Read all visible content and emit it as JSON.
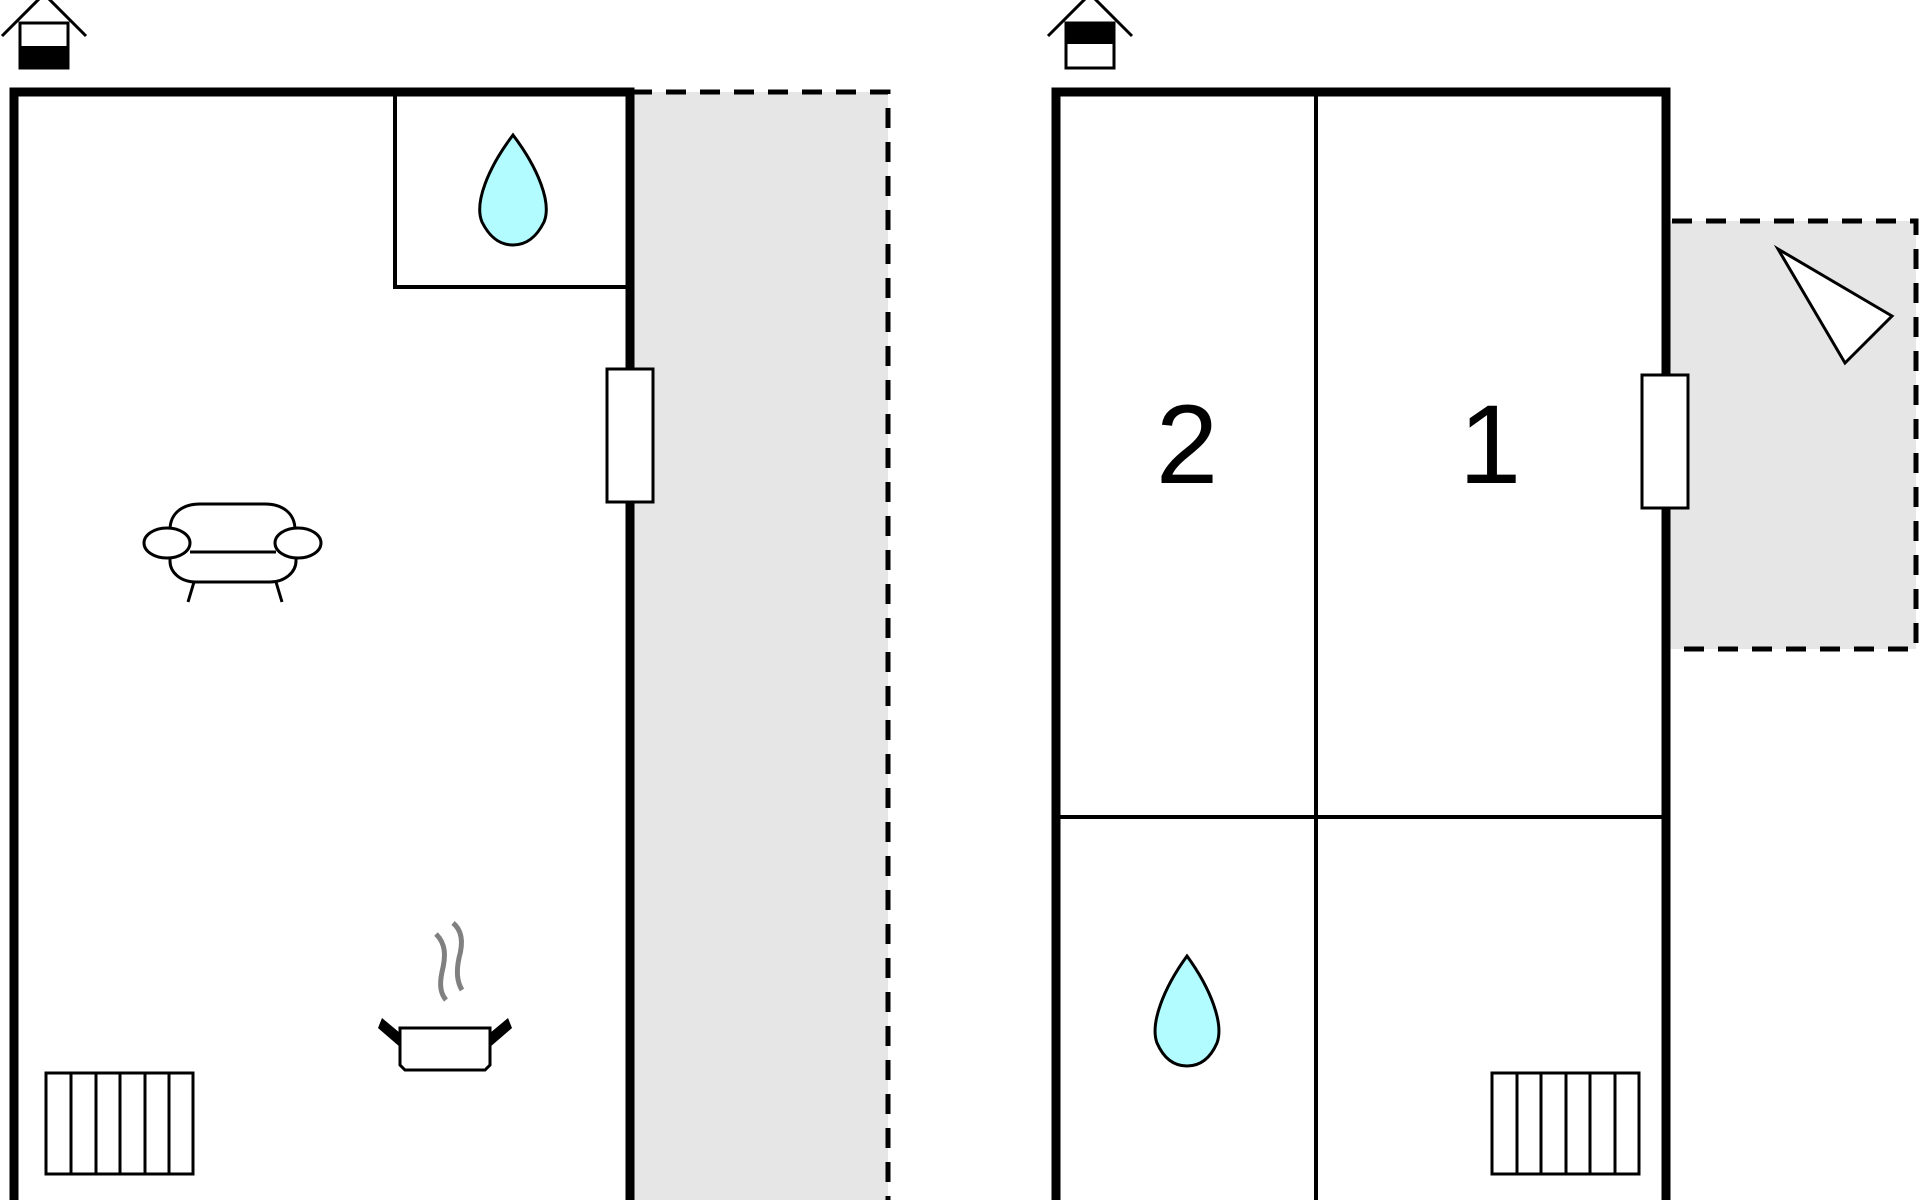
{
  "colors": {
    "wall": "#000000",
    "terrace_fill": "#e6e6e6",
    "water_fill": "#b2fcff",
    "steam": "#808080",
    "background": "#ffffff"
  },
  "floors": [
    {
      "level_icon": "house-ground-floor-icon",
      "rooms": [
        {
          "icon": "water-drop-icon",
          "meaning": "bathroom"
        },
        {
          "icon": "sofa-icon",
          "meaning": "living room"
        },
        {
          "icon": "cooking-pot-icon",
          "meaning": "kitchen"
        },
        {
          "icon": "radiator-icon",
          "meaning": "heating"
        }
      ],
      "exterior": {
        "icon": "terrace-area",
        "style": "dashed outline, grey fill"
      }
    },
    {
      "level_icon": "house-upper-floor-icon",
      "rooms": [
        {
          "label": "2",
          "meaning": "bedroom"
        },
        {
          "label": "1",
          "meaning": "bedroom"
        },
        {
          "icon": "water-drop-icon",
          "meaning": "bathroom"
        },
        {
          "icon": "radiator-icon",
          "meaning": "heating"
        }
      ],
      "exterior": {
        "icon": "balcony-area",
        "style": "dashed outline, grey fill",
        "extra_icon": "triangle-icon"
      }
    }
  ]
}
